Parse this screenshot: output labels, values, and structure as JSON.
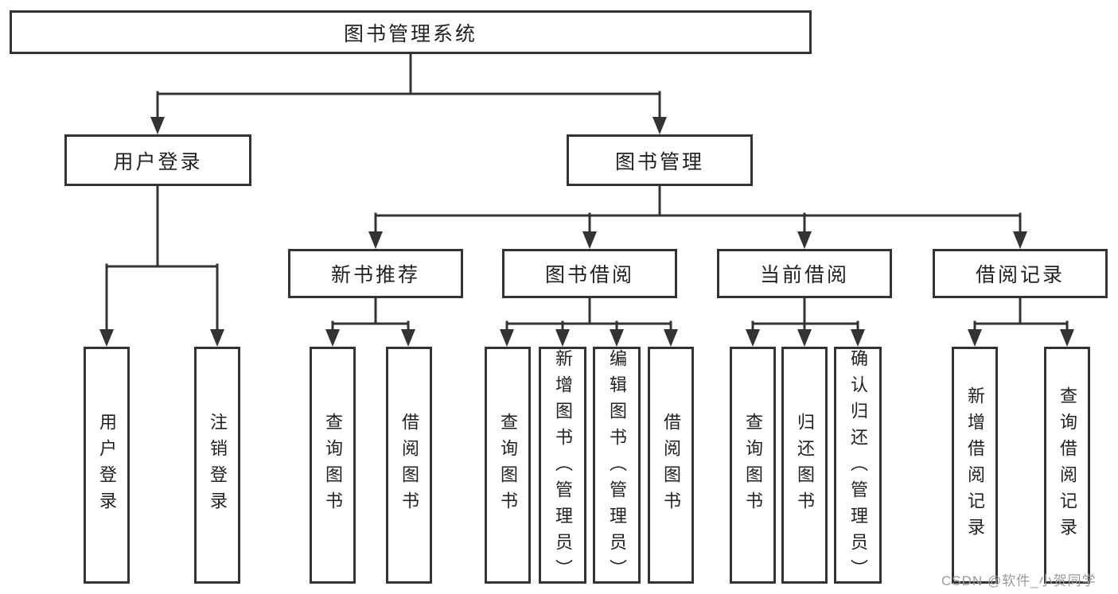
{
  "diagram": {
    "root": {
      "label": "图书管理系统"
    },
    "user_login": {
      "label": "用户登录",
      "children": [
        {
          "label": "用户登录"
        },
        {
          "label": "注销登录"
        }
      ]
    },
    "book_mgmt": {
      "label": "图书管理",
      "children": [
        {
          "label": "新书推荐",
          "children": [
            {
              "label": "查询图书"
            },
            {
              "label": "借阅图书"
            }
          ]
        },
        {
          "label": "图书借阅",
          "children": [
            {
              "label": "查询图书"
            },
            {
              "label": "新增图书（管理员）"
            },
            {
              "label": "编辑图书（管理员）"
            },
            {
              "label": "借阅图书"
            }
          ]
        },
        {
          "label": "当前借阅",
          "children": [
            {
              "label": "查询图书"
            },
            {
              "label": "归还图书"
            },
            {
              "label": "确认归还（管理员）"
            }
          ]
        },
        {
          "label": "借阅记录",
          "children": [
            {
              "label": "新增借阅记录"
            },
            {
              "label": "查询借阅记录"
            }
          ]
        }
      ]
    },
    "watermark": "CSDN @软件_小贺同学",
    "colors": {
      "line": "#333333",
      "box_border": "#333333",
      "text": "#222222",
      "watermark": "#9b9b9b",
      "background": "#ffffff"
    }
  }
}
